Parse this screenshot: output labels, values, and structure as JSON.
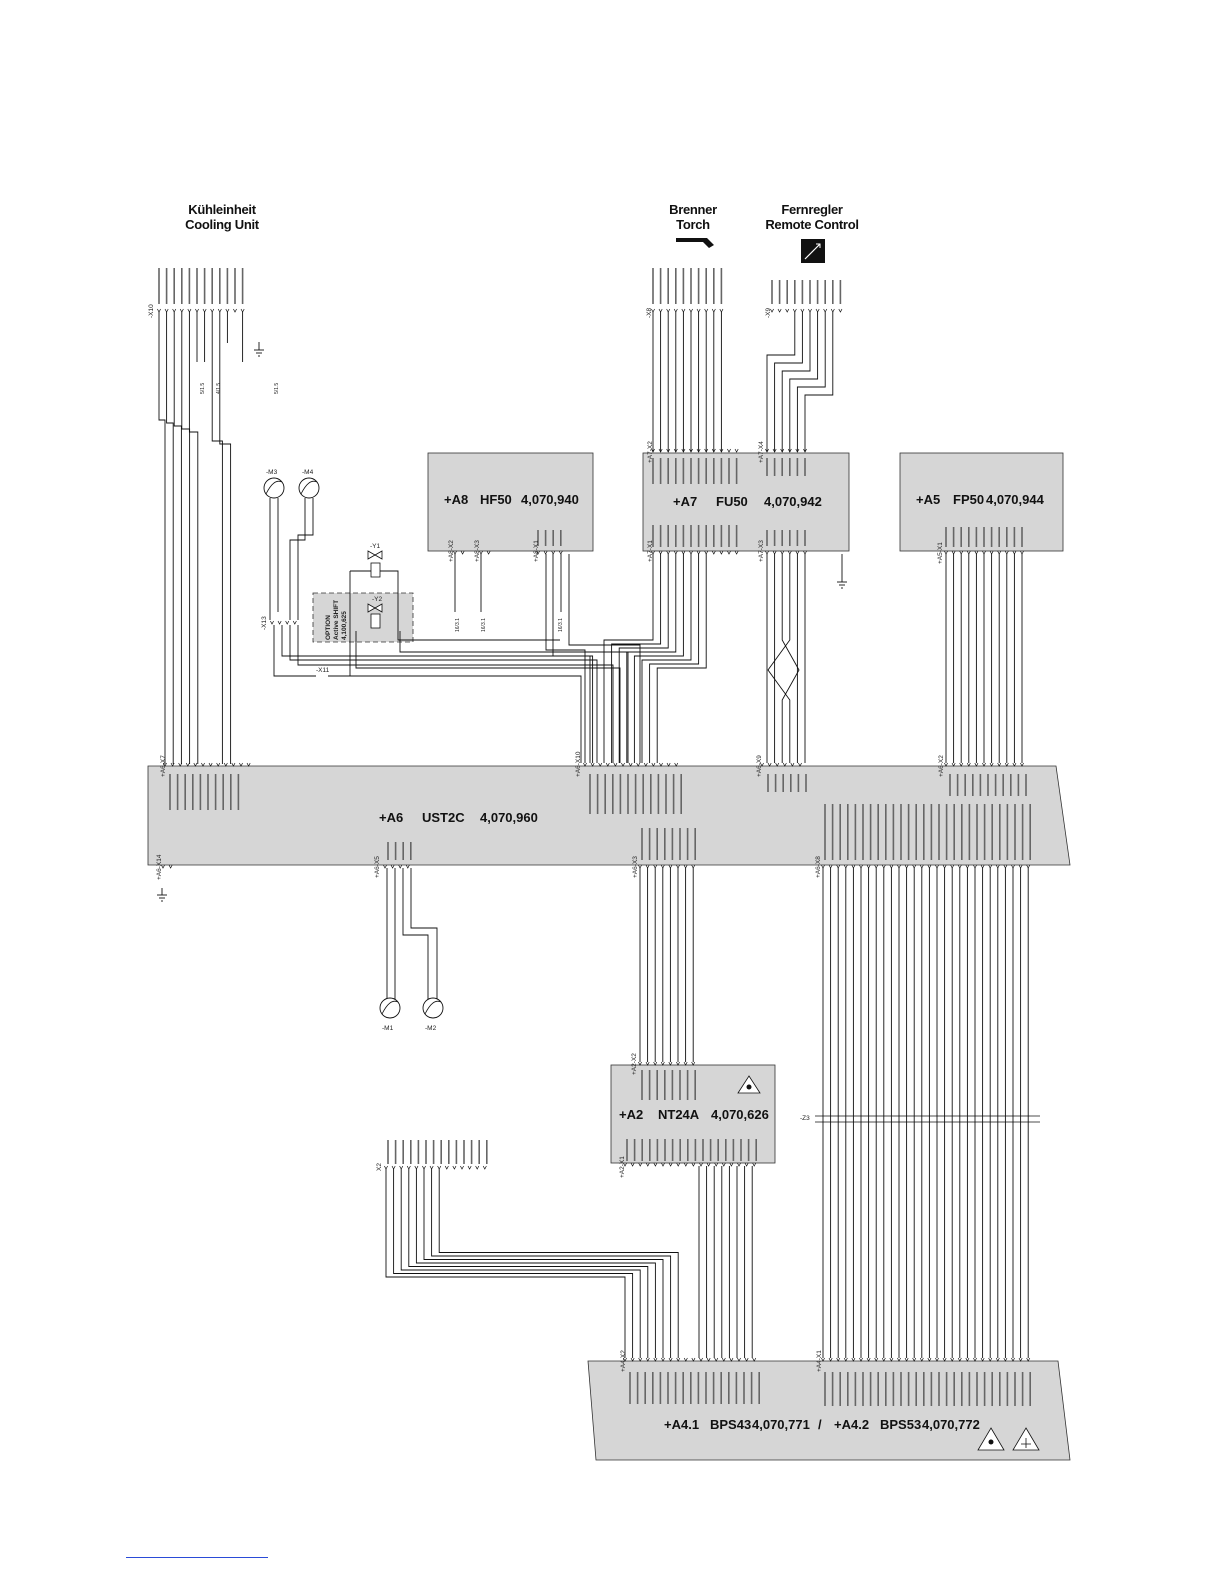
{
  "headers": {
    "cooling": {
      "de": "Kühleinheit",
      "en": "Cooling Unit"
    },
    "torch": {
      "de": "Brenner",
      "en": "Torch"
    },
    "remote": {
      "de": "Fernregler",
      "en": "Remote Control"
    }
  },
  "modules": {
    "a8": {
      "designation": "+A8",
      "type": "HF50",
      "number": "4,070,940"
    },
    "a7": {
      "designation": "+A7",
      "type": "FU50",
      "number": "4,070,942"
    },
    "a5": {
      "designation": "+A5",
      "type": "FP50",
      "number": "4,070,944"
    },
    "a6": {
      "designation": "+A6",
      "type": "UST2C",
      "number": "4,070,960"
    },
    "a2": {
      "designation": "+A2",
      "type": "NT24A",
      "number": "4,070,626"
    },
    "a4": {
      "designation": "+A4.1",
      "type": "BPS43",
      "number": "4,070,771",
      "separator": "/",
      "designation2": "+A4.2",
      "type2": "BPS53",
      "number2": "4,070,772"
    }
  },
  "connectors": {
    "x10": "-X10",
    "x8": "-X8",
    "x9": "-X9",
    "a7x2": "+A7-X2",
    "a7x4": "+A7-X4",
    "a7x1": "+A7-X1",
    "a7x3": "+A7-X3",
    "a8x2": "+A8-X2",
    "a8x3": "+A8-X3",
    "a8x1": "+A8-X1",
    "a5x1": "+A5-X1",
    "a6x7": "+A6-X7",
    "a6x10": "+A6-X10",
    "a6x9": "+A6-X9",
    "a6x2": "+A6-X2",
    "a6x14": "+A6-X14",
    "a6x5": "+A6-X5",
    "a6x3": "+A6-X3",
    "a6x8": "+A6-X8",
    "a2x2": "+A2-X2",
    "a2x1": "+A2-X1",
    "a4x2": "+A4-X2",
    "a4x1": "+A4-X1",
    "x2": "X2",
    "x13": "-X13",
    "x11": "-X11",
    "z3": "-Z3"
  },
  "components": {
    "m1": "-M1",
    "m2": "-M2",
    "m3": "-M3",
    "m4": "-M4",
    "y1": "-Y1",
    "y2": "-Y2",
    "option": {
      "line1": "OPTION",
      "line2": "Active SHIFT",
      "line3": "4,100,625"
    }
  },
  "references": {
    "cooling": [
      "5/1.5",
      "4/1.5",
      "5/1.5"
    ],
    "hf": [
      "16/3.1",
      "16/3.1",
      "16/3.1"
    ]
  },
  "colors": {
    "panel": "#d6d6d6",
    "line": "#111111",
    "link": "#2a4bd7"
  }
}
